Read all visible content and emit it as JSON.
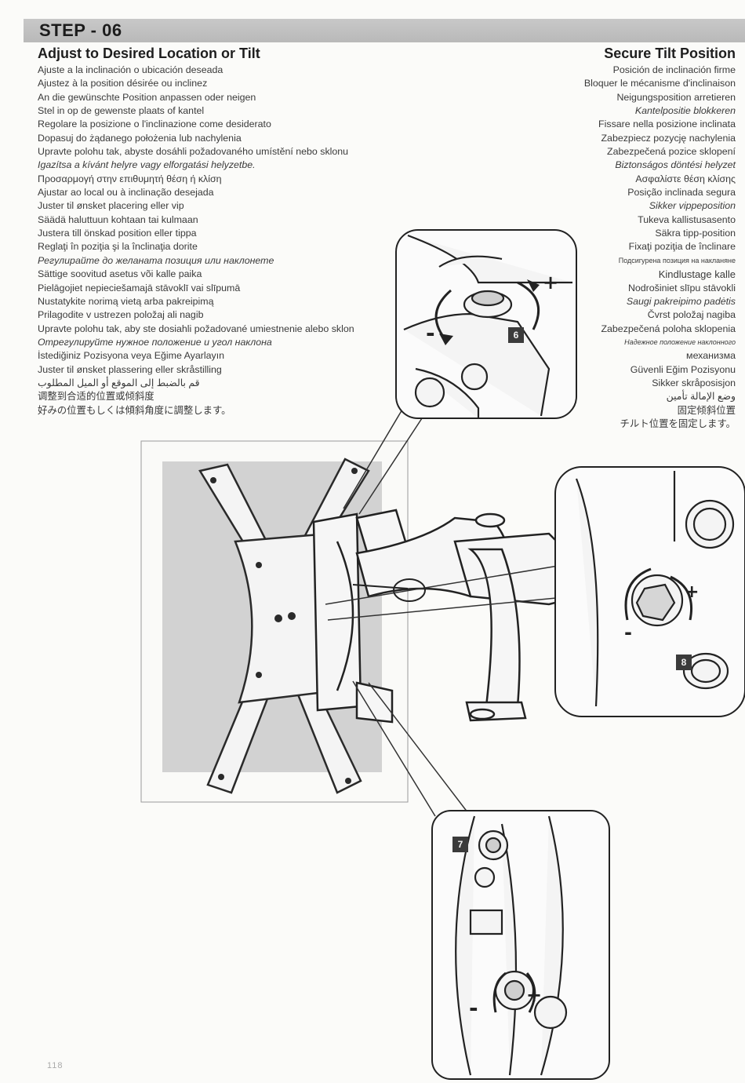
{
  "step": {
    "title": "STEP - 06"
  },
  "left": {
    "heading": "Adjust to Desired Location or Tilt",
    "lines": [
      "Ajuste a la inclinación o ubicación deseada",
      "Ajustez à la position désirée ou inclinez",
      "An die gewünschte Position anpassen oder neigen",
      "Stel in op de gewenste plaats of kantel",
      "Regolare la posizione o l'inclinazione come desiderato",
      "Dopasuj do żądanego położenia lub nachylenia",
      "Upravte polohu tak, abyste dosáhli požadovaného umístění nebo sklonu",
      "Igazítsa a kívánt helyre vagy elforgatási helyzetbe.",
      "Προσαρμογή στην επιθυμητή θέση ή κλίση",
      "Ajustar ao local ou à inclinação desejada",
      "Juster til ønsket placering eller vip",
      "Säädä haluttuun kohtaan tai kulmaan",
      "Justera till önskad position eller tippa",
      "Reglaţi în poziţia şi la înclinaţia dorite",
      "Регулирайте до желаната позиция или наклонете",
      "Sättige soovitud asetus või kalle paika",
      "Pielāgojiet nepieciešamajā stāvoklī vai slīpumā",
      "Nustatykite norimą vietą arba pakreipimą",
      "Prilagodite v ustrezen položaj ali nagib",
      "Upravte polohu tak, aby ste dosiahli požadované umiestnenie alebo sklon",
      "Отрегулируйте нужное положение и угол наклона",
      "İstediğiniz Pozisyona veya Eğime Ayarlayın",
      "Juster til ønsket plassering eller skråstilling",
      "قم بالضبط إلى الموقع أو الميل المطلوب",
      "调整到合适的位置或倾斜度",
      "好みの位置もしくは傾斜角度に調整します。"
    ]
  },
  "right": {
    "heading": "Secure Tilt Position",
    "lines": [
      "Posición de inclinación firme",
      "Bloquer le mécanisme d'inclinaison",
      "Neigungsposition arretieren",
      "Kantelpositie blokkeren",
      "Fissare nella posizione inclinata",
      "Zabezpiecz pozycję nachylenia",
      "Zabezpečená pozice sklopení",
      "Biztonságos döntési helyzet",
      "Ασφαλίστε θέση κλίσης",
      "Posição inclinada segura",
      "Sikker vippeposition",
      "Tukeva kallistusasento",
      "Säkra tipp-position",
      "Fixaţi poziţia de înclinare",
      "Подсигурена позиция на накланяне",
      "Kindlustage kalle",
      "Nodrošiniet slīpu stāvokli",
      "Saugi pakreipimo padėtis",
      "Čvrst položaj nagiba",
      "Zabezpečená poloha sklopenia",
      "Надежное положение наклонного",
      "механизма",
      "Güvenli Eğim Pozisyonu",
      "Sikker skråposisjon",
      "وضع الإمالة تأمين",
      "固定倾斜位置",
      "チルト位置を固定します。"
    ]
  },
  "callouts": {
    "six": "6",
    "seven": "7",
    "eight": "8"
  },
  "signs": {
    "plus": "+",
    "minus": "-"
  },
  "footer": {
    "page_number": "118"
  }
}
